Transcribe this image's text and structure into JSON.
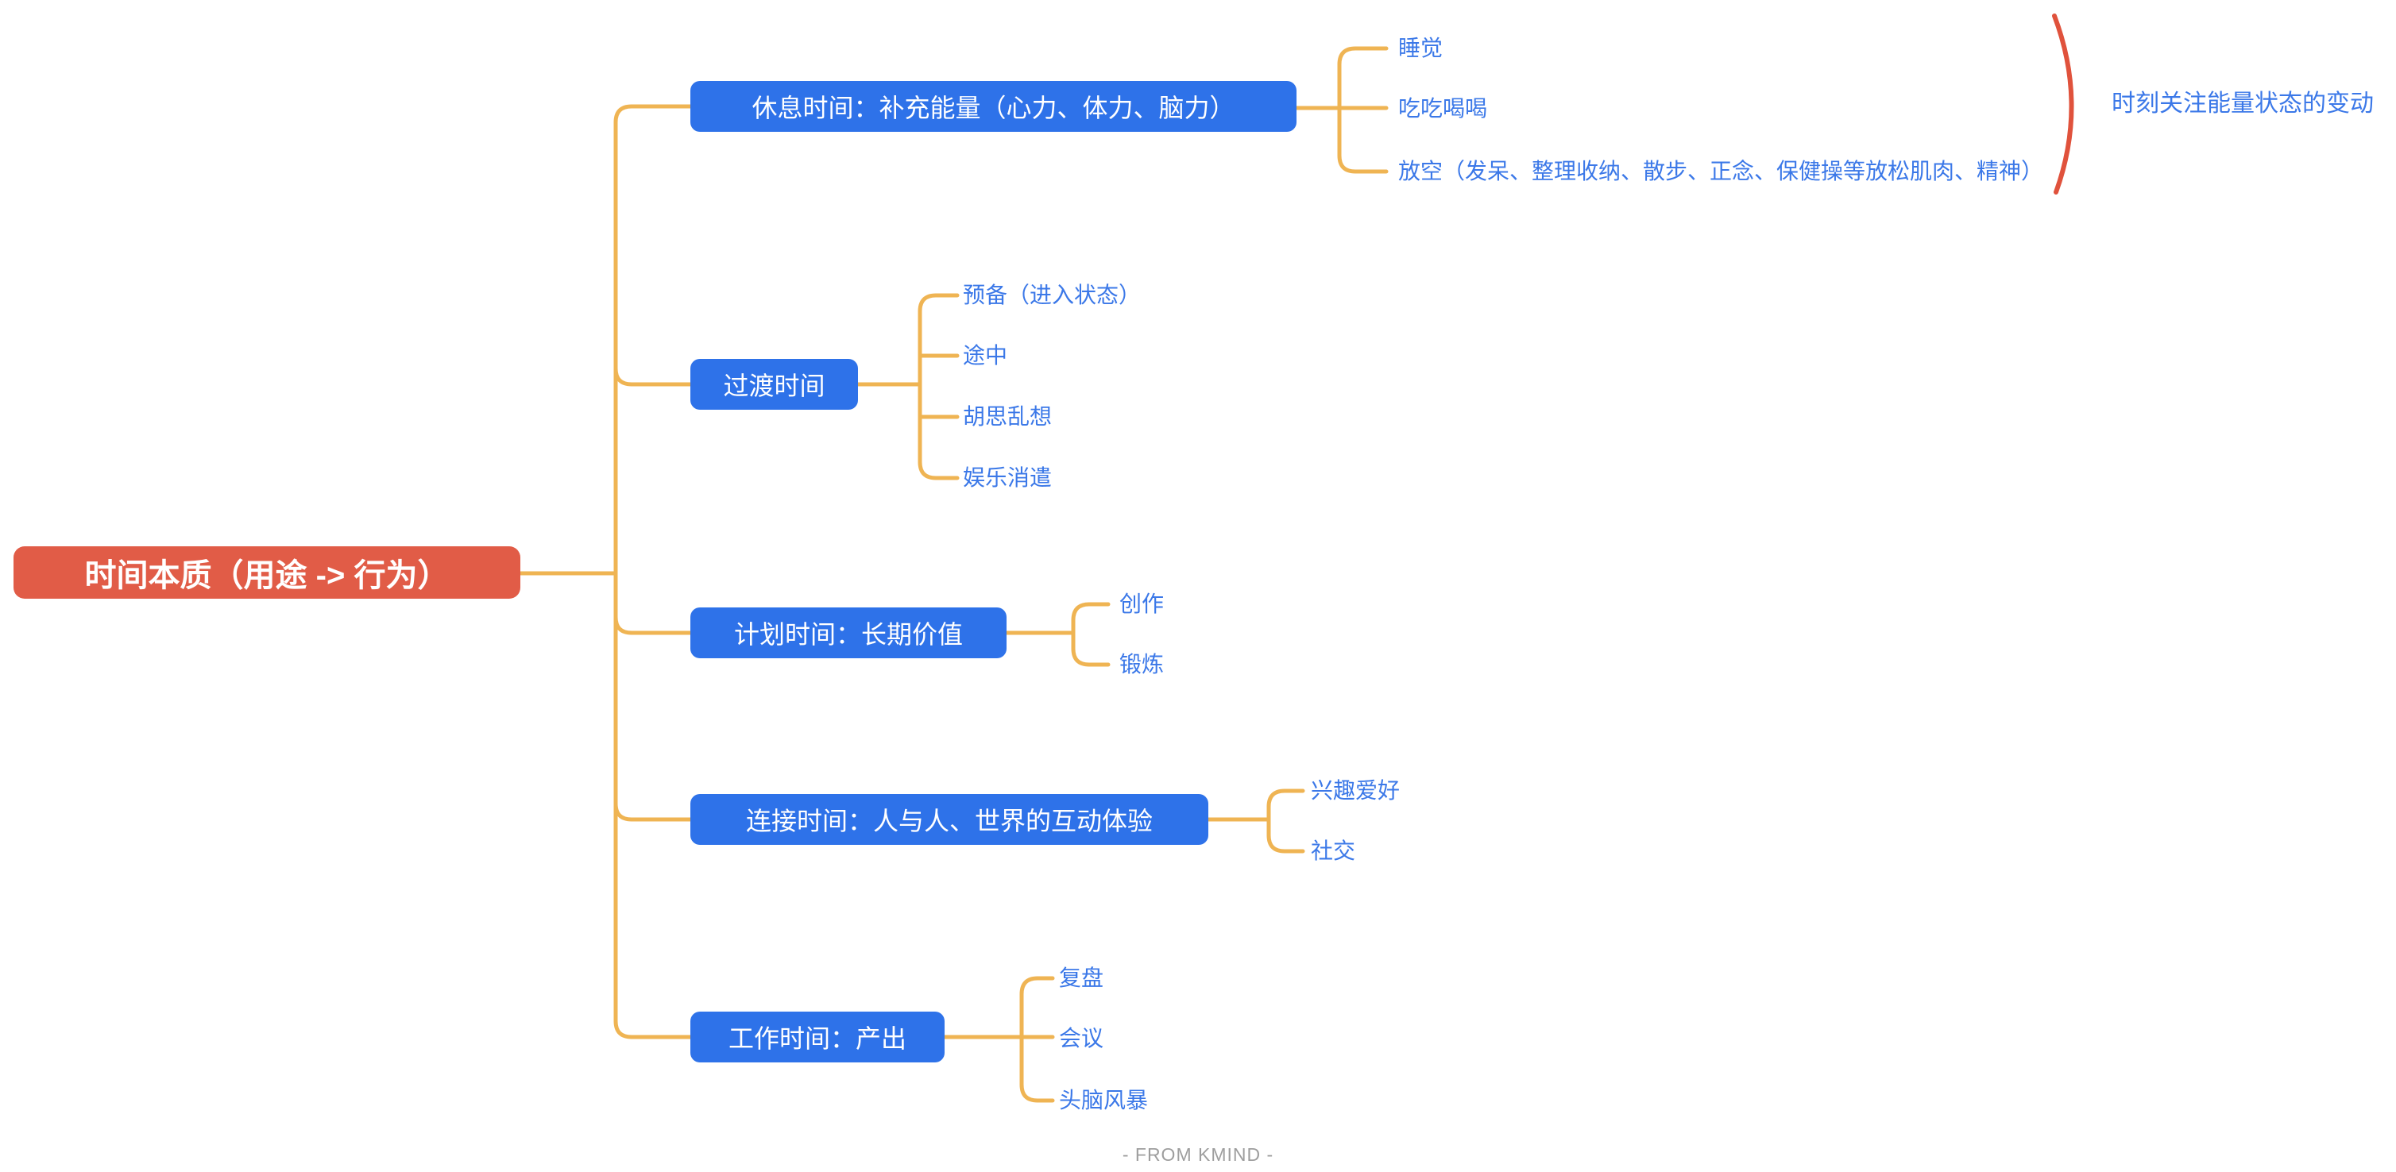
{
  "page": {
    "footer": "- FROM KMIND -"
  },
  "colors": {
    "root_bg": "#E15C47",
    "branch_bg": "#2E72E9",
    "child_text": "#3B78E8",
    "connector": "#EFB453",
    "callout_bracket": "#E0523C",
    "footer_text": "#9E9E9E"
  },
  "root": {
    "label": "时间本质（用途 -> 行为）"
  },
  "branches": [
    {
      "label": "休息时间：补充能量（心力、体力、脑力）",
      "children": [
        "睡觉",
        "吃吃喝喝",
        "放空（发呆、整理收纳、散步、正念、保健操等放松肌肉、精神）"
      ]
    },
    {
      "label": "过渡时间",
      "children": [
        "预备（进入状态）",
        "途中",
        "胡思乱想",
        "娱乐消遣"
      ]
    },
    {
      "label": "计划时间：长期价值",
      "children": [
        "创作",
        "锻炼"
      ]
    },
    {
      "label": "连接时间：人与人、世界的互动体验",
      "children": [
        "兴趣爱好",
        "社交"
      ]
    },
    {
      "label": "工作时间：产出",
      "children": [
        "复盘",
        "会议",
        "头脑风暴"
      ]
    }
  ],
  "annotation": {
    "label": "时刻关注能量状态的变动"
  }
}
